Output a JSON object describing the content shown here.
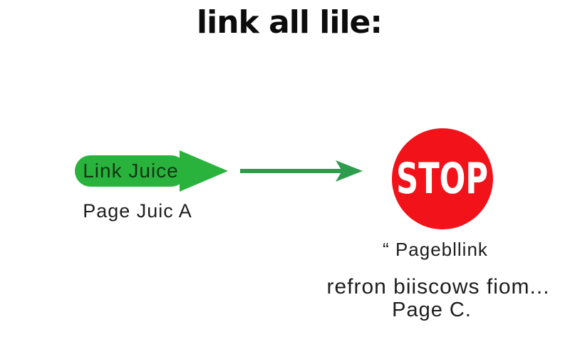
{
  "title": "link all lile:",
  "flow": {
    "link_juice_label": "Link Juice",
    "page_a_label": "Page Juic A",
    "stop_label": "STOP",
    "page_b_quote": "“ Pagebllink",
    "flow_note_line1": "refron biiscows fiom...",
    "flow_note_line2": "Page C."
  },
  "colors": {
    "pill_green": "#29b33d",
    "arrow_green": "#2e9c4d",
    "stop_red": "#f2121a",
    "text_dark": "#1d1d1d",
    "stop_text": "#ffffff",
    "background": "#ffffff",
    "pill_label": "#0e3513"
  }
}
